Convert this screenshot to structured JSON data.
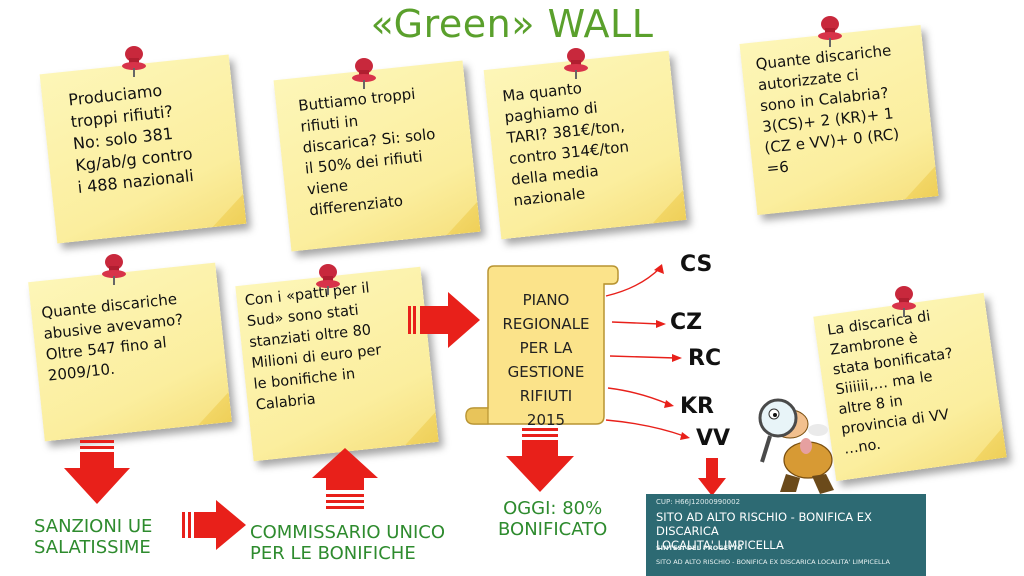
{
  "title": "«Green» WALL",
  "notes": [
    {
      "text": "Produciamo\ntroppi rifiuti?\nNo: solo 381\nKg/ab/g contro\ni 488 nazionali"
    },
    {
      "text": "Buttiamo troppi\nrifiuti in\ndiscarica? Si: solo\nil 50% dei rifiuti\nviene\ndifferenziato"
    },
    {
      "text": "Ma quanto\npaghiamo di\nTARI? 381€/ton,\ncontro 314€/ton\ndella media\nnazionale"
    },
    {
      "text": "Quante discariche\nautorizzate ci\nsono in Calabria?\n3(CS)+ 2 (KR)+ 1\n(CZ e VV)+ 0 (RC)\n=6"
    },
    {
      "text": "Quante discariche\nabusive avevamo?\nOltre 547 fino al\n2009/10."
    },
    {
      "text": "Con i «patti per il\nSud» sono stati\nstanziati oltre 80\nMilioni di euro per\nle bonifiche in\nCalabria"
    },
    {
      "text": "La discarica di\nZambrone è\nstata bonificata?\nSiiiiii,… ma le\naltre 8 in\nprovincia di VV\n…no."
    }
  ],
  "scroll": {
    "text": "PIANO\nREGIONALE\nPER LA\nGESTIONE\nRIFIUTI\n2015"
  },
  "cities": [
    "CS",
    "CZ",
    "RC",
    "KR",
    "VV"
  ],
  "labels": {
    "sanzioni": "SANZIONI UE\nSALATISSIME",
    "commissario": "COMMISSARIO UNICO\nPER LE BONIFICHE",
    "oggi": "OGGI: 80%\nBONIFICATO"
  },
  "banner": {
    "cup": "CUP: H66J12000990002",
    "main": "SITO AD ALTO RISCHIO - BONIFICA EX DISCARICA\nLOCALITA' LIMPICELLA",
    "sub": "SINTESI DEL PROGETTO",
    "sub2": "SITO AD ALTO RISCHIO - BONIFICA EX DISCARICA LOCALITA' LIMPICELLA"
  },
  "colors": {
    "title": "#5aa02c",
    "arrow": "#e8201a",
    "note": "#fbee9e",
    "banner": "#2d6a73",
    "label": "#2e8b2e"
  }
}
